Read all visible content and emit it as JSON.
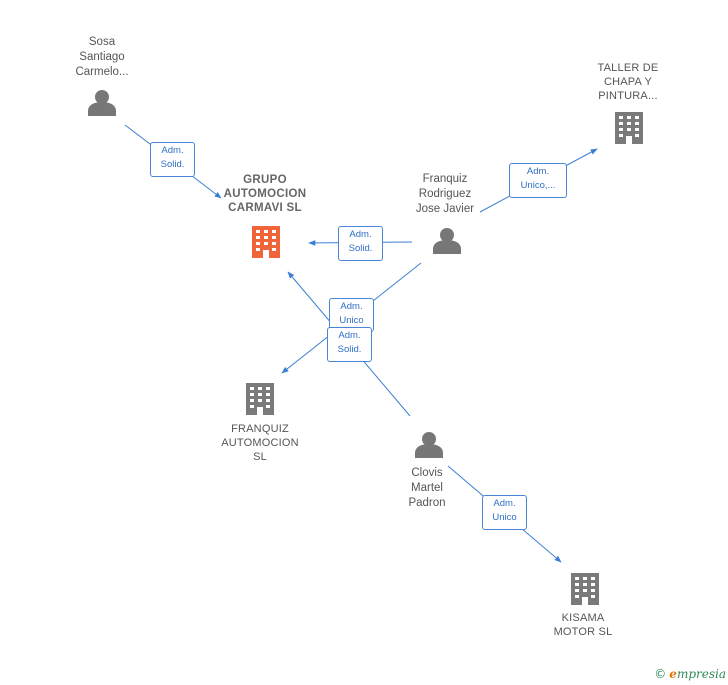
{
  "colors": {
    "edge": "#3b7fd4",
    "person_icon": "#777777",
    "company_icon": "#7a7a7a",
    "main_company_icon": "#f0643a"
  },
  "nodes": {
    "sosa": {
      "label": "Sosa\nSantiago\nCarmelo...",
      "icon": "person-icon"
    },
    "taller": {
      "label": "TALLER DE\nCHAPA Y\nPINTURA...",
      "icon": "building-icon"
    },
    "grupo": {
      "label": "GRUPO\nAUTOMOCION\nCARMAVI  SL",
      "icon": "building-icon"
    },
    "franquiz_person": {
      "label": "Franquiz\nRodriguez\nJose Javier",
      "icon": "person-icon"
    },
    "franquiz_sl": {
      "label": "FRANQUIZ\nAUTOMOCION\nSL",
      "icon": "building-icon"
    },
    "clovis": {
      "label": "Clovis\nMartel\nPadron",
      "icon": "person-icon"
    },
    "kisama": {
      "label": "KISAMA\nMOTOR  SL",
      "icon": "building-icon"
    }
  },
  "edges": {
    "sosa_grupo": "Adm.\nSolid.",
    "franquiz_taller": "Adm.\nUnico,...",
    "franquiz_grupo": "Adm.\nSolid.",
    "franquiz_franquizsl": "Adm.\nUnico",
    "clovis_grupo": "Adm.\nSolid.",
    "clovis_kisama": "Adm.\nUnico"
  },
  "footer": {
    "copyright": "©",
    "brand_e": "e",
    "brand_rest": "mpresia"
  }
}
